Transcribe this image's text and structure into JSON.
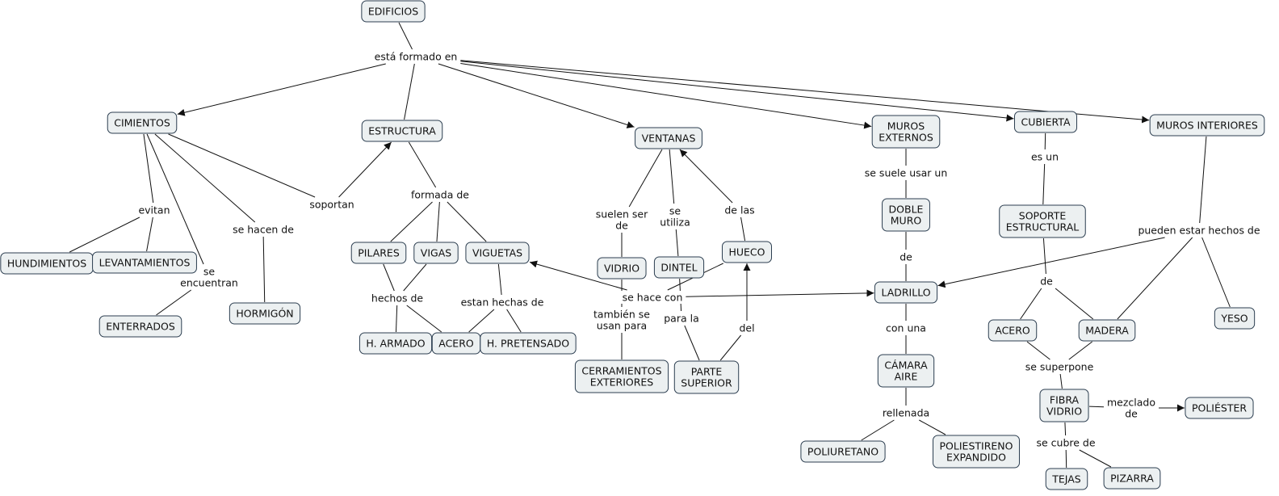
{
  "concepts": {
    "edificios": "EDIFICIOS",
    "cimientos": "CIMIENTOS",
    "estructura": "ESTRUCTURA",
    "ventanas": "VENTANAS",
    "muros_externos": [
      "MUROS",
      "EXTERNOS"
    ],
    "cubierta": "CUBIERTA",
    "muros_interiores": "MUROS INTERIORES",
    "hundimientos": "HUNDIMIENTOS",
    "levantamientos": "LEVANTAMIENTOS",
    "enterrados": "ENTERRADOS",
    "hormigon": "HORMIGÓN",
    "pilares": "PILARES",
    "vigas": "VIGAS",
    "viguetas": "VIGUETAS",
    "h_armado": "H. ARMADO",
    "acero_1": "ACERO",
    "h_pretensado": "H. PRETENSADO",
    "vidrio": "VIDRIO",
    "dintel": "DINTEL",
    "hueco": "HUECO",
    "cerramientos": [
      "CERRAMIENTOS",
      "EXTERIORES"
    ],
    "parte_superior": [
      "PARTE",
      "SUPERIOR"
    ],
    "doble_muro": [
      "DOBLE",
      "MURO"
    ],
    "ladrillo": "LADRILLO",
    "camara_aire": [
      "CÁMARA",
      "AIRE"
    ],
    "poliuretano": "POLIURETANO",
    "poliestireno": [
      "POLIESTIRENO",
      "EXPANDIDO"
    ],
    "soporte_estructural": [
      "SOPORTE",
      "ESTRUCTURAL"
    ],
    "acero_2": "ACERO",
    "madera": "MADERA",
    "yeso": "YESO",
    "fibra_vidrio": [
      "FIBRA",
      "VIDRIO"
    ],
    "poliester": "POLIÉSTER",
    "tejas": "TEJAS",
    "pizarra": "PIZARRA"
  },
  "links": {
    "esta_formado_en": [
      "está formado en"
    ],
    "evitan": [
      "evitan"
    ],
    "se_encuentran": [
      "se",
      "encuentran"
    ],
    "se_hacen_de": [
      "se hacen de"
    ],
    "soportan": [
      "soportan"
    ],
    "formada_de": [
      "formada de"
    ],
    "hechos_de": [
      "hechos de"
    ],
    "estan_hechas_de": [
      "estan hechas de"
    ],
    "suelen_ser_de": [
      "suelen ser",
      "de"
    ],
    "se_utiliza": [
      "se",
      "utiliza"
    ],
    "de_las": [
      "de las"
    ],
    "se_hace_con": [
      "se hace con"
    ],
    "tambien_se_usan_para": [
      "también se",
      "usan para"
    ],
    "para_la": [
      "para la"
    ],
    "del": [
      "del"
    ],
    "se_suele_usar_un": [
      "se suele usar un"
    ],
    "de_1": [
      "de"
    ],
    "con_una": [
      "con una"
    ],
    "rellenada": [
      "rellenada"
    ],
    "es_un": [
      "es un"
    ],
    "pueden_estar_hechos_de": [
      "pueden estar hechos de"
    ],
    "de_2": [
      "de"
    ],
    "se_superpone": [
      "se superpone"
    ],
    "mezclado_de": [
      "mezclado",
      "de"
    ],
    "se_cubre_de": [
      "se cubre de"
    ]
  }
}
